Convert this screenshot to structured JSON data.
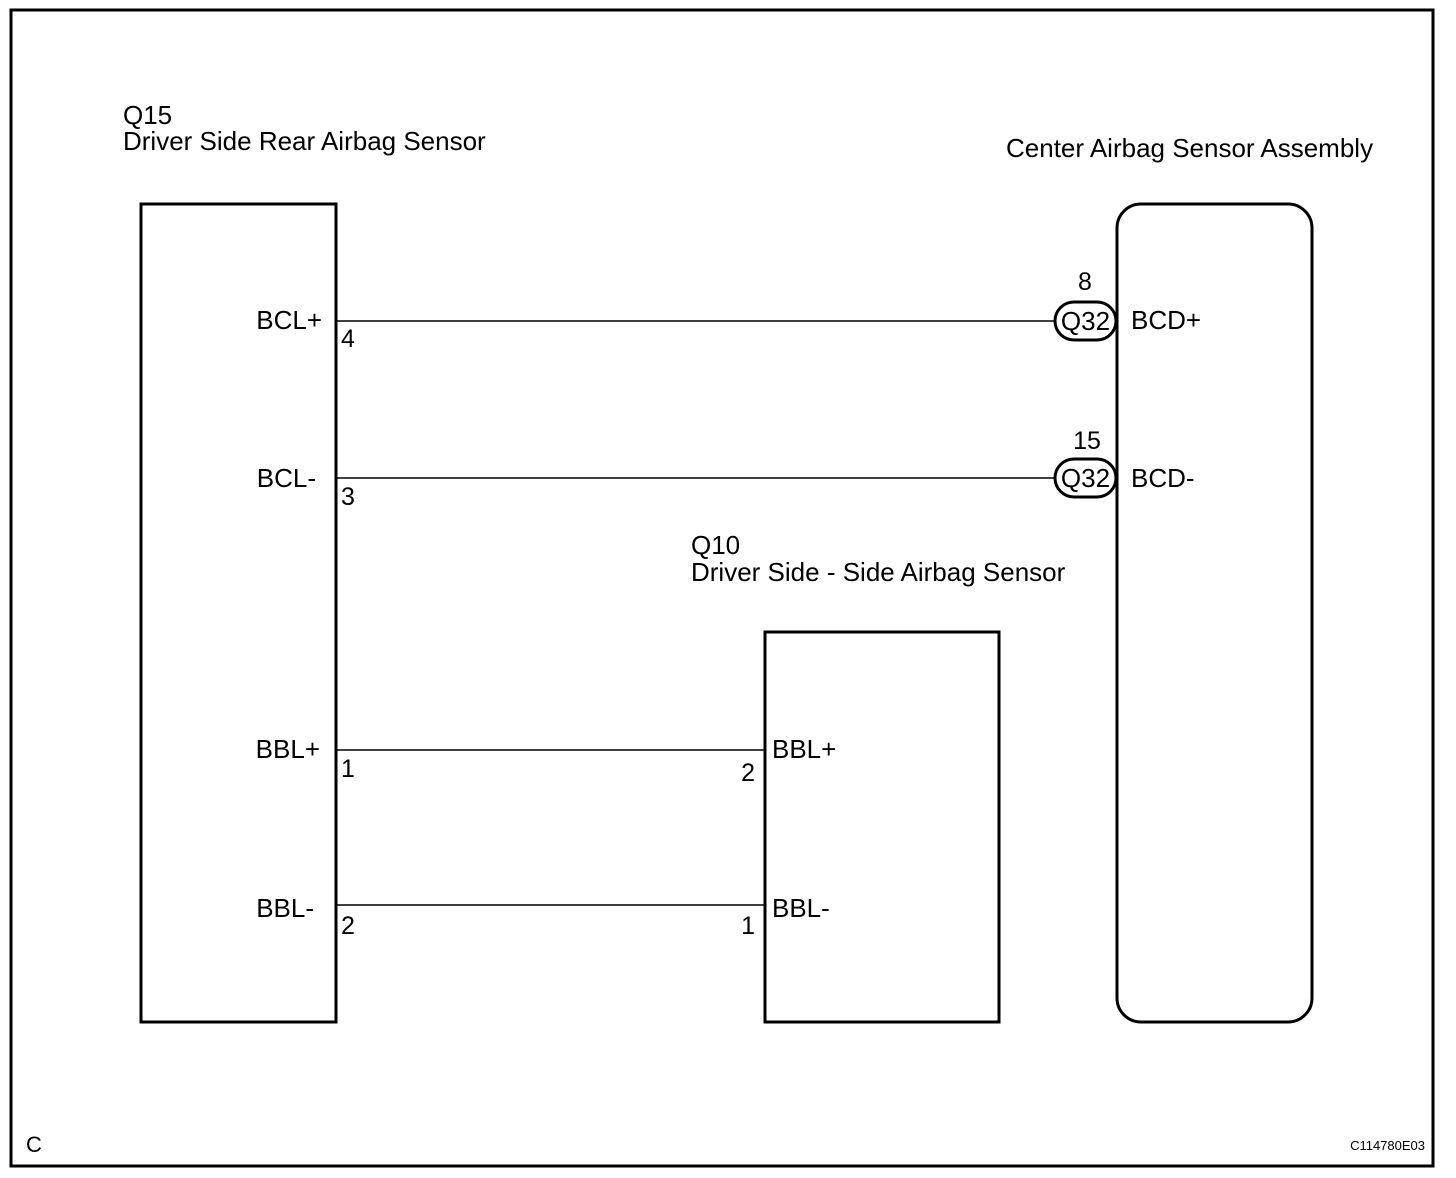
{
  "components": {
    "rear_sensor": {
      "code": "Q15",
      "name": "Driver Side Rear Airbag Sensor",
      "terminals": {
        "bcl_plus": {
          "label": "BCL+",
          "pin": "4"
        },
        "bcl_minus": {
          "label": "BCL-",
          "pin": "3"
        },
        "bbl_plus": {
          "label": "BBL+",
          "pin": "1"
        },
        "bbl_minus": {
          "label": "BBL-",
          "pin": "2"
        }
      }
    },
    "side_sensor": {
      "code": "Q10",
      "name": "Driver Side - Side Airbag Sensor",
      "terminals": {
        "bbl_plus": {
          "label": "BBL+",
          "pin": "2"
        },
        "bbl_minus": {
          "label": "BBL-",
          "pin": "1"
        }
      }
    },
    "center_assembly": {
      "name": "Center Airbag Sensor Assembly",
      "terminals": {
        "bcd_plus": {
          "label": "BCD+",
          "pin": "8",
          "connector": "Q32"
        },
        "bcd_minus": {
          "label": "BCD-",
          "pin": "15",
          "connector": "Q32"
        }
      }
    }
  },
  "footer": {
    "corner_letter": "C",
    "figure_id": "C114780E03"
  },
  "colors": {
    "line": "#000000",
    "background": "#ffffff"
  }
}
